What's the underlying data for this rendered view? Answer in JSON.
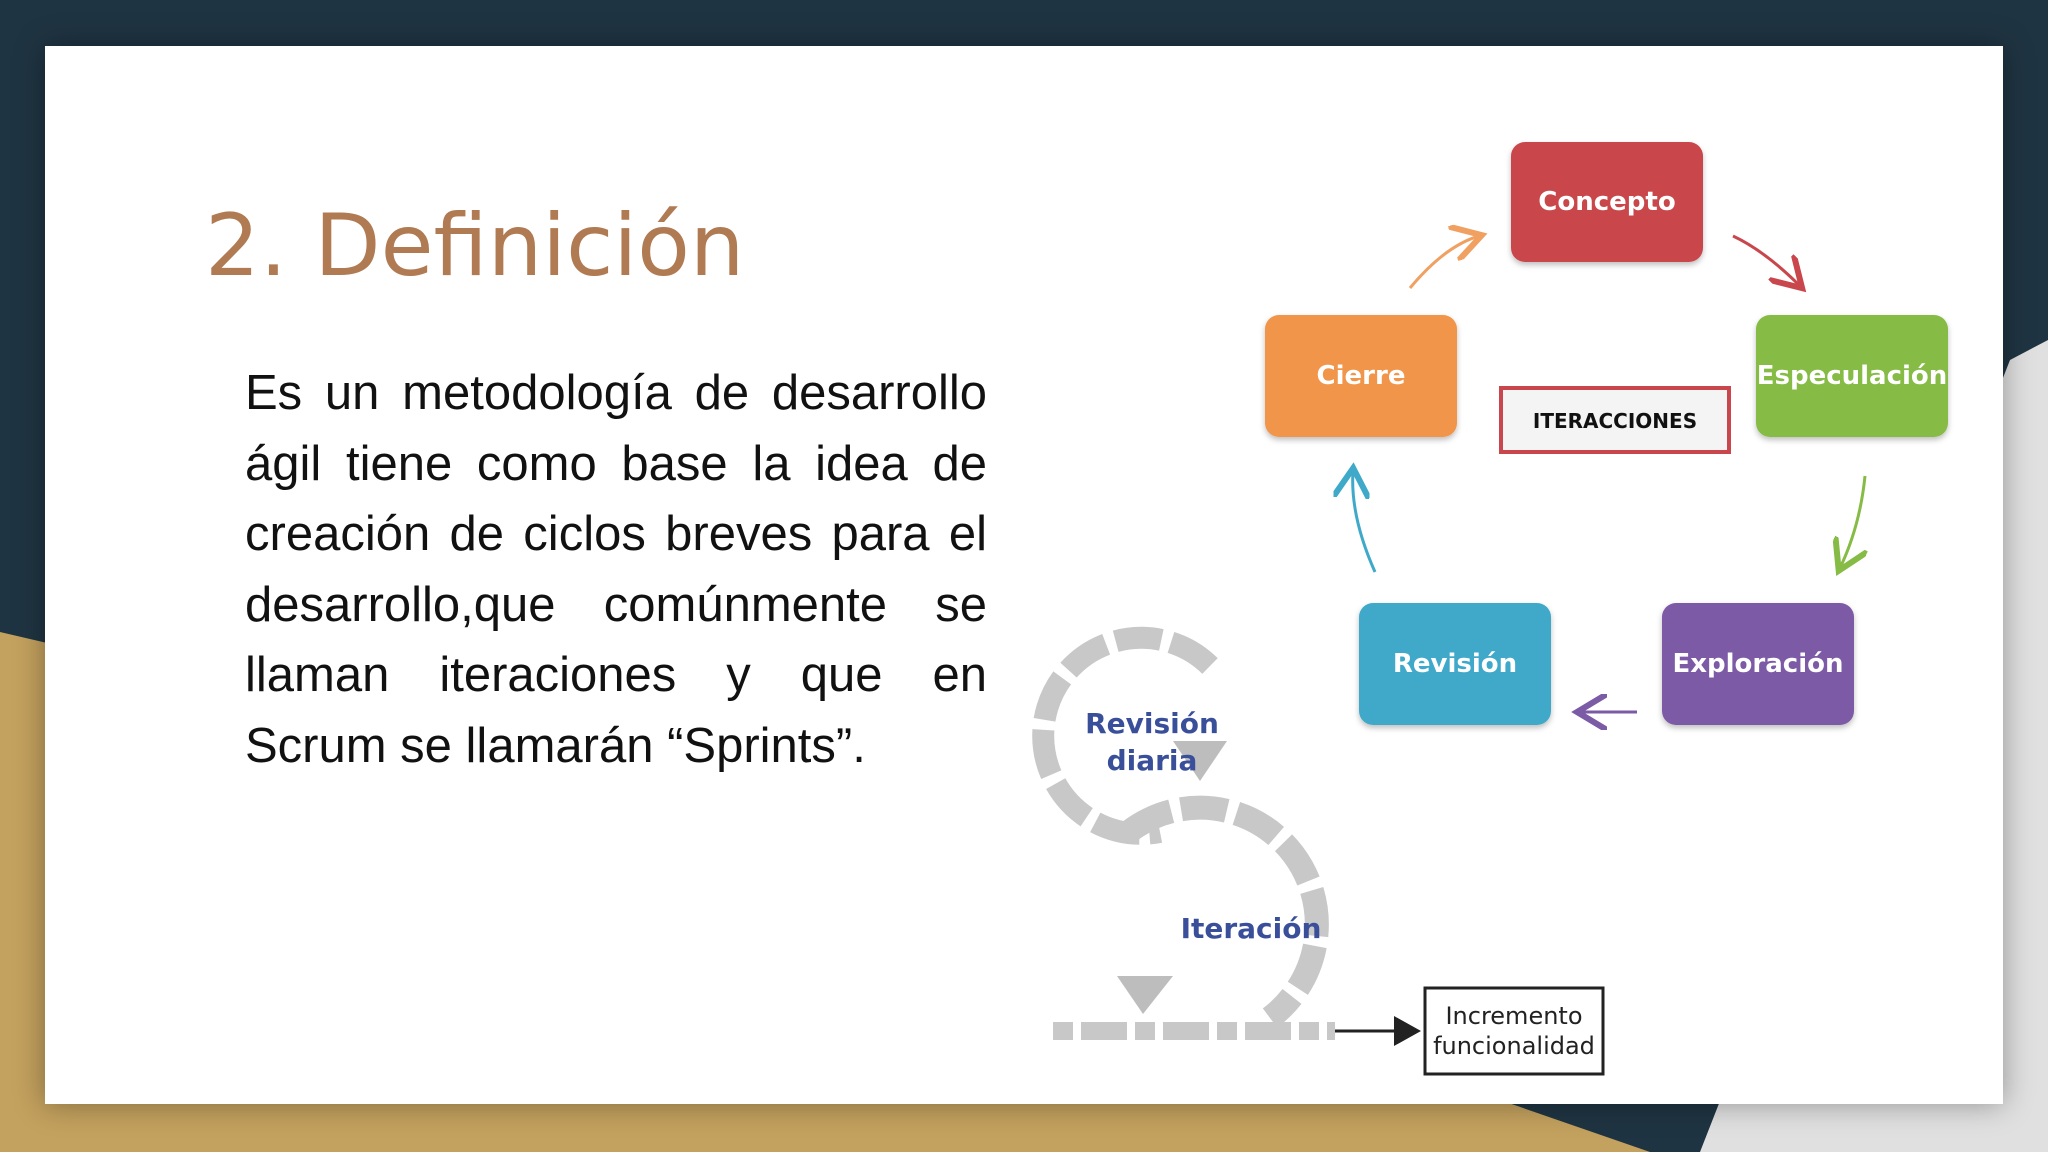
{
  "slide": {
    "title": "2. Definición",
    "body": "Es un metodología de desarrollo ágil tiene como base la idea de creación de ciclos breves para el desarrollo,que comúnmente se llaman iteraciones y que en Scrum se llamarán “Sprints”."
  },
  "cycle_diagram": {
    "center_label": "ITERACCIONES",
    "stages": [
      {
        "label": "Concepto",
        "color": "#c9474c"
      },
      {
        "label": "Especulación",
        "color": "#86bb45"
      },
      {
        "label": "Exploración",
        "color": "#7b5aa6"
      },
      {
        "label": "Revisión",
        "color": "#3fa9c9"
      },
      {
        "label": "Cierre",
        "color": "#f0954a"
      }
    ]
  },
  "scrum_diagram": {
    "daily_label_1": "Revisión",
    "daily_label_2": "diaria",
    "iteration_label": "Iteración",
    "output_label_1": "Incremento",
    "output_label_2": "funcionalidad"
  },
  "colors": {
    "background": "#1f3442",
    "accent_gold": "#c9a464",
    "title": "#b07a52"
  }
}
